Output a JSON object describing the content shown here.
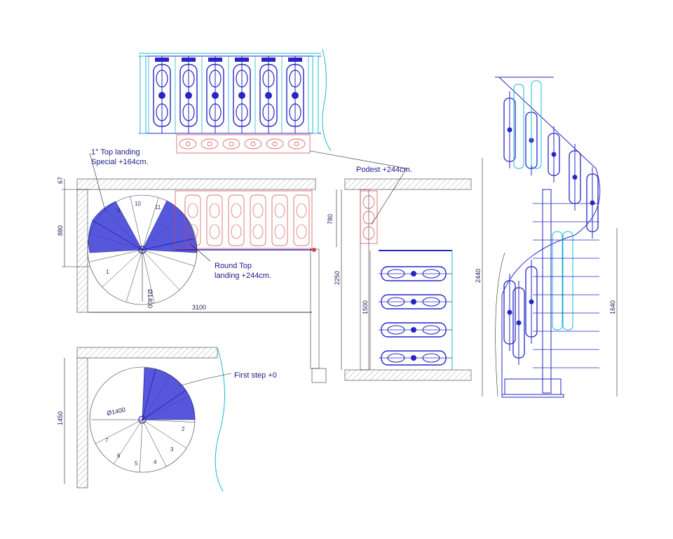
{
  "labels": {
    "top_landing_line1": "1° Top landing",
    "top_landing_line2": "Special +164cm.",
    "podest": "Podest +244cm.",
    "round_top_line1": "Round Top",
    "round_top_line2": "landing +244cm.",
    "first_step": "First step +0"
  },
  "dimensions": {
    "d67": "67",
    "d880": "880",
    "d780": "780",
    "d2250": "2250",
    "d3100": "3100",
    "d1500": "1500",
    "d2440": "2440",
    "d1640": "1640",
    "d1450": "1450",
    "dia_top": "Ø1400",
    "dia_bottom": "Ø1400"
  },
  "step_numbers_top": [
    "1",
    "9",
    "10",
    "11"
  ],
  "step_numbers_bottom": [
    "2",
    "3",
    "4",
    "5",
    "6",
    "7"
  ],
  "colors": {
    "railing_blue": "#2626c8",
    "railing_cyan": "#19b8d8",
    "panel_red": "#d84040",
    "wall_line": "#555555"
  }
}
